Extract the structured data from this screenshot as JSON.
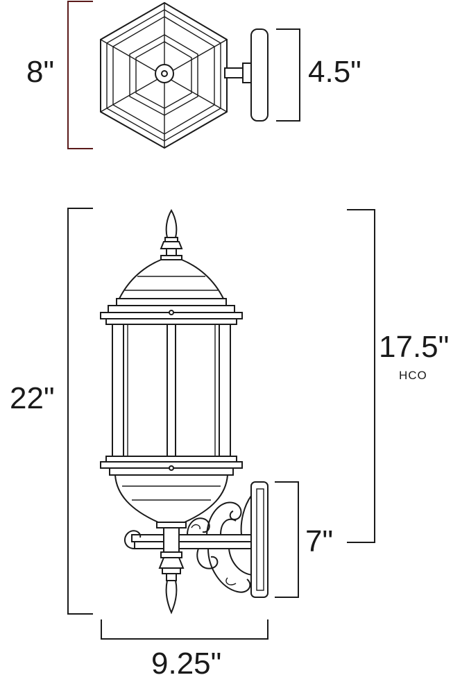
{
  "top_view": {
    "width_label": "8\"",
    "depth_label": "4.5\""
  },
  "front_view": {
    "height_label": "22\"",
    "hco_label": "17.5\"",
    "hco_caption": "HCO",
    "backplate_label": "7\"",
    "width_label": "9.25\""
  },
  "colors": {
    "line": "#1a1a1a",
    "accent_dark_red": "#5a1a1a"
  }
}
